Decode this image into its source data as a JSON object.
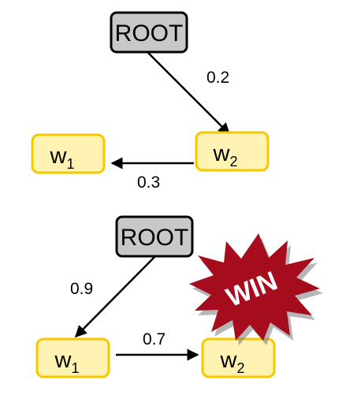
{
  "diagrams": [
    {
      "root_label": "ROOT",
      "w1": {
        "base": "w",
        "sub": "1"
      },
      "w2": {
        "base": "w",
        "sub": "2"
      },
      "edges": [
        {
          "from": "ROOT",
          "to": "w2",
          "label": "0.2"
        },
        {
          "from": "w2",
          "to": "w1",
          "label": "0.3"
        }
      ]
    },
    {
      "root_label": "ROOT",
      "w1": {
        "base": "w",
        "sub": "1"
      },
      "w2": {
        "base": "w",
        "sub": "2"
      },
      "edges": [
        {
          "from": "ROOT",
          "to": "w1",
          "label": "0.9"
        },
        {
          "from": "w1",
          "to": "w2",
          "label": "0.7"
        }
      ]
    }
  ],
  "badge": {
    "text": "WIN",
    "color": "#a50d1e"
  },
  "colors": {
    "word_fill": "#fff2b2",
    "word_border": "#f5c800",
    "root_fill": "#c8c8c8"
  }
}
